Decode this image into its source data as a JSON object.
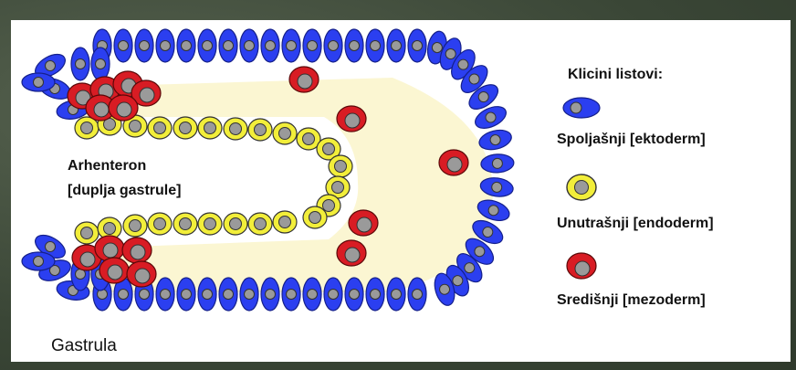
{
  "legend": {
    "title": "Klicini listovi:",
    "items": [
      {
        "label": "Spoljašnji [ektoderm]",
        "icon": "ectoderm-cell-icon",
        "color": "#2b3ff0"
      },
      {
        "label": "Unutrašnji [endoderm]",
        "icon": "endoderm-cell-icon",
        "color": "#f2ee3a"
      },
      {
        "label": "Središnji [mezoderm]",
        "icon": "mesoderm-cell-icon",
        "color": "#d81c24"
      }
    ]
  },
  "diagram": {
    "cavity_label_line1": "Arhenteron",
    "cavity_label_line2": "[duplja gastrule]",
    "caption": "Gastrula"
  },
  "colors": {
    "ectoderm": "#2b3ff0",
    "endoderm": "#f2ee3a",
    "mesoderm": "#d81c24",
    "nucleus": "#9a9a9a",
    "blastocoel": "#fbf6d2"
  }
}
